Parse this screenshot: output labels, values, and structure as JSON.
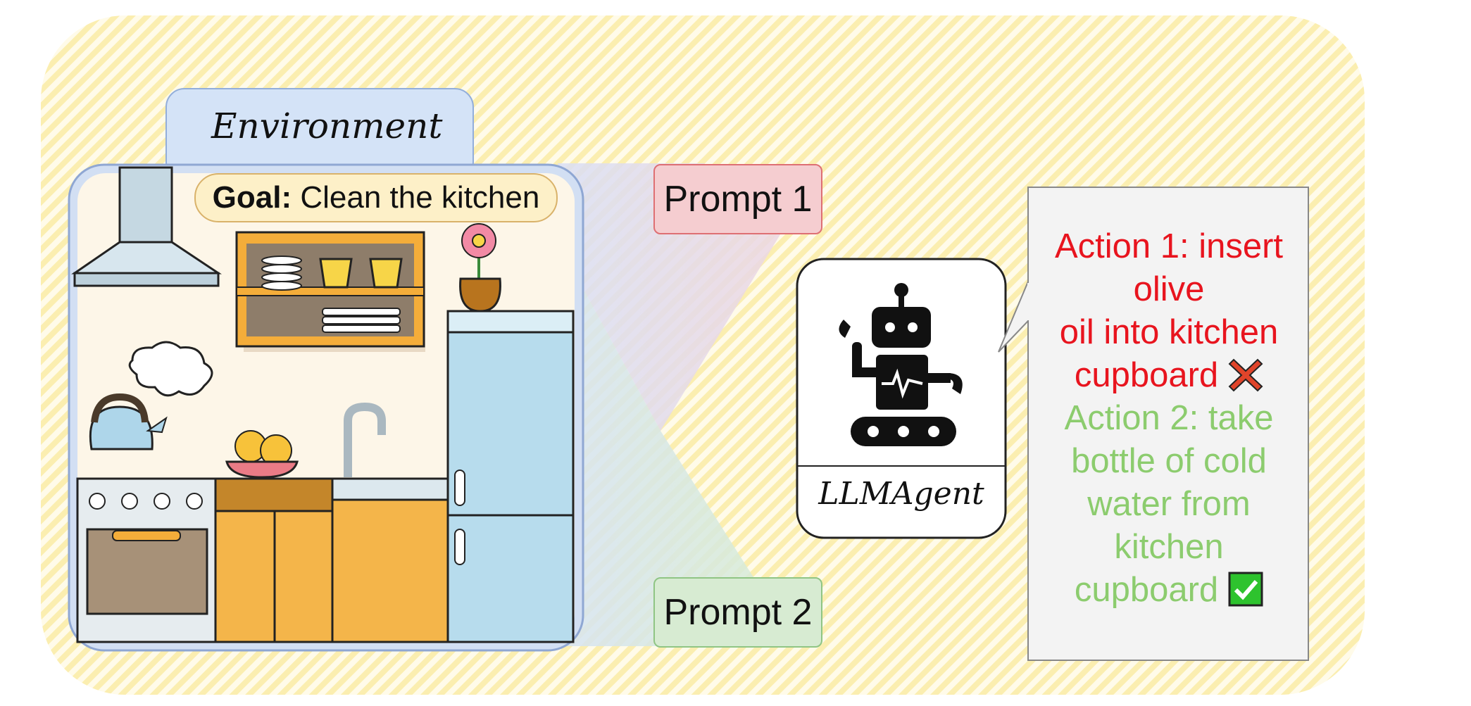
{
  "environment_label": "Environment",
  "goal": {
    "prefix": "Goal:",
    "text": "Clean the kitchen"
  },
  "prompts": {
    "p1": "Prompt 1",
    "p2": "Prompt 2"
  },
  "agent_label": "LLMAgent",
  "actions": {
    "a1_lines": [
      "Action 1: insert",
      "olive",
      "oil into kitchen",
      "cupboard"
    ],
    "a2_lines": [
      "Action 2: take",
      "bottle of cold",
      "water from",
      "kitchen",
      "cupboard"
    ]
  },
  "icons": {
    "fail": "cross-icon",
    "success": "checkmark-icon",
    "agent": "robot-icon"
  },
  "colors": {
    "action_fail": "#e8141e",
    "action_success": "#8ccc6e",
    "prompt1_fill": "#f5cdd0",
    "prompt2_fill": "#d7ebd2",
    "env_tab": "#d4e3f7",
    "background_stripes": "#fbeeb0"
  }
}
